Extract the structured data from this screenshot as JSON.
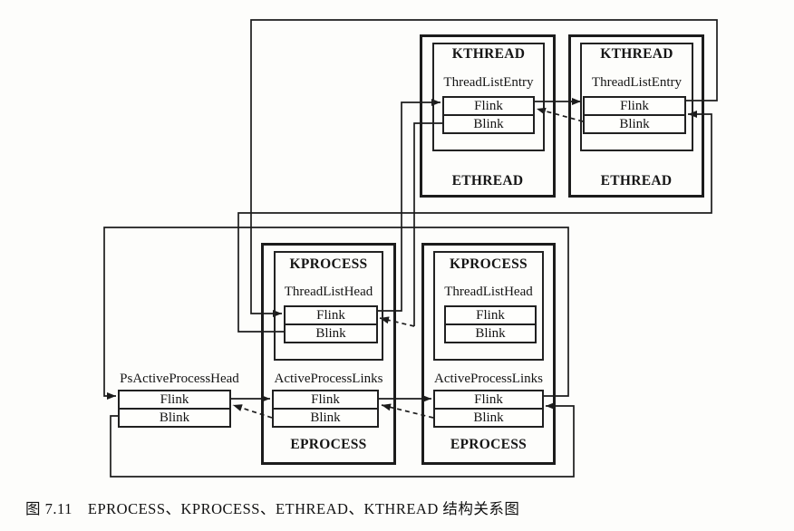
{
  "caption": "图 7.11　EPROCESS、KPROCESS、ETHREAD、KTHREAD 结构关系图",
  "labels": {
    "kthread": "KTHREAD",
    "ethread": "ETHREAD",
    "kprocess": "KPROCESS",
    "eprocess": "EPROCESS",
    "thread_list_entry": "ThreadListEntry",
    "thread_list_head": "ThreadListHead",
    "active_process_links": "ActiveProcessLinks",
    "ps_active_process_head": "PsActiveProcessHead",
    "flink": "Flink",
    "blink": "Blink"
  },
  "colors": {
    "background": "#fdfdfb",
    "line": "#1c1c1c",
    "text": "#151515"
  },
  "edges": [
    {
      "from": "KPROCESS-1 ThreadListHead.Flink",
      "to": "KTHREAD-1 ThreadListEntry.Flink",
      "style": "solid"
    },
    {
      "from": "KTHREAD-1 ThreadListEntry.Flink",
      "to": "KTHREAD-2 ThreadListEntry.Flink",
      "style": "solid"
    },
    {
      "from": "KTHREAD-2 ThreadListEntry.Flink",
      "to": "KPROCESS-1 ThreadListHead (wrap via top)",
      "style": "solid"
    },
    {
      "from": "KPROCESS-1 ThreadListHead.Blink",
      "to": "KTHREAD-2 ThreadListEntry",
      "style": "solid"
    },
    {
      "from": "KTHREAD-1 ThreadListEntry.Blink",
      "to": "KPROCESS-1 ThreadListHead",
      "style": "dashed-tail"
    },
    {
      "from": "KTHREAD-2 ThreadListEntry.Blink",
      "to": "KTHREAD-1 ThreadListEntry",
      "style": "dashed"
    },
    {
      "from": "PsActiveProcessHead.Flink",
      "to": "EPROCESS-1 ActiveProcessLinks.Flink",
      "style": "solid"
    },
    {
      "from": "EPROCESS-1 ActiveProcessLinks.Flink",
      "to": "EPROCESS-2 ActiveProcessLinks.Flink",
      "style": "solid"
    },
    {
      "from": "EPROCESS-2 ActiveProcessLinks.Flink",
      "to": "PsActiveProcessHead (wrap via middle)",
      "style": "solid"
    },
    {
      "from": "PsActiveProcessHead.Blink",
      "to": "EPROCESS-2 ActiveProcessLinks (wrap via bottom)",
      "style": "solid"
    },
    {
      "from": "EPROCESS-1 ActiveProcessLinks.Blink",
      "to": "PsActiveProcessHead",
      "style": "dashed"
    },
    {
      "from": "EPROCESS-2 ActiveProcessLinks.Blink",
      "to": "EPROCESS-1 ActiveProcessLinks",
      "style": "dashed"
    }
  ]
}
